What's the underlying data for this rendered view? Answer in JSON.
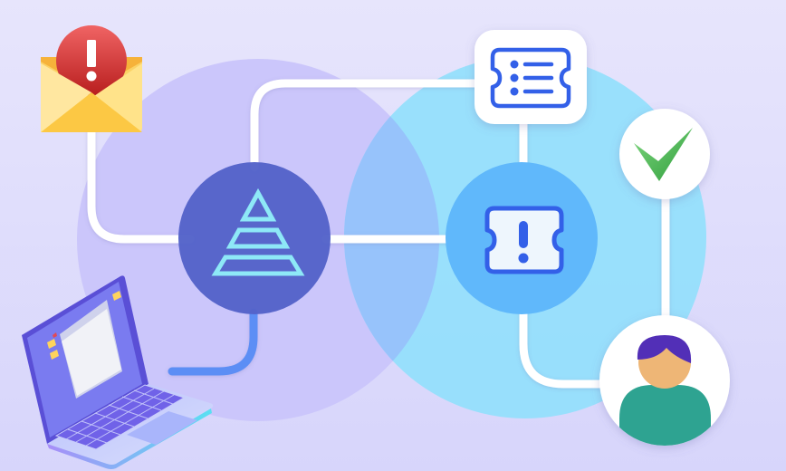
{
  "illustration": {
    "title": "Incident alert ticket workflow",
    "colors": {
      "background_top": "#e7e5fc",
      "background_bottom": "#d7d5fb",
      "purple_zone": "#cbc6fb",
      "blue_zone": "#93dffc",
      "overlap_zone": "#97c3fb",
      "pyramid_node": "#5463c9",
      "pyramid_stroke": "#8ee8f7",
      "ticket_node": "#60b8fb",
      "ticket_stroke": "#3360e8",
      "ticket_fill": "#eef6fd",
      "connector": "#ffffff",
      "laptop_connector": "#5b8ef5",
      "alert_red": "#d63a3a",
      "envelope_yellow": "#ffd45c",
      "check_green": "#3fae4a",
      "person_hair": "#522fb7",
      "person_skin": "#eeb676",
      "person_shirt": "#2ea391"
    },
    "nodes": [
      {
        "id": "email-alert",
        "icon": "envelope-alert-icon",
        "label": "Email alert"
      },
      {
        "id": "laptop",
        "icon": "laptop-icon",
        "label": "Monitoring workstation"
      },
      {
        "id": "prioritization",
        "icon": "pyramid-icon",
        "label": "Prioritization"
      },
      {
        "id": "ticket-list",
        "icon": "ticket-list-icon",
        "label": "Ticket queue"
      },
      {
        "id": "incident-ticket",
        "icon": "ticket-alert-icon",
        "label": "Incident ticket"
      },
      {
        "id": "resolved",
        "icon": "checkmark-icon",
        "label": "Resolved"
      },
      {
        "id": "assignee",
        "icon": "person-icon",
        "label": "Assignee"
      }
    ]
  }
}
